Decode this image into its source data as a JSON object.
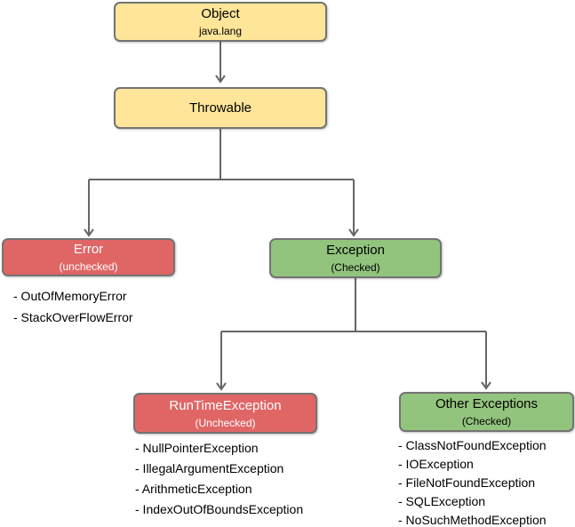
{
  "colors": {
    "node_yellow": "#ffe599",
    "node_red": "#e06666",
    "node_green": "#93c47d",
    "node_border": "#737373",
    "connector": "#666666",
    "text_dark": "#000000",
    "text_light": "#ffffff"
  },
  "nodes": {
    "object": {
      "title": "Object",
      "subtitle": "java.lang",
      "variant": "yellow"
    },
    "throwable": {
      "title": "Throwable",
      "variant": "yellow"
    },
    "error": {
      "title": "Error",
      "subtitle": "(unchecked)",
      "variant": "red",
      "items": [
        "- OutOfMemoryError",
        "- StackOverFlowError"
      ]
    },
    "exception": {
      "title": "Exception",
      "subtitle": "(Checked)",
      "variant": "green"
    },
    "runtime": {
      "title": "RunTimeException",
      "subtitle": "(Unchecked)",
      "variant": "red",
      "items": [
        "- NullPointerException",
        "- IllegalArgumentException",
        "- ArithmeticException",
        "- IndexOutOfBoundsException"
      ]
    },
    "other": {
      "title": "Other Exceptions",
      "subtitle": "(Checked)",
      "variant": "green",
      "items": [
        "- ClassNotFoundException",
        "- IOException",
        "- FileNotFoundException",
        "- SQLException",
        "- NoSuchMethodException"
      ]
    }
  }
}
